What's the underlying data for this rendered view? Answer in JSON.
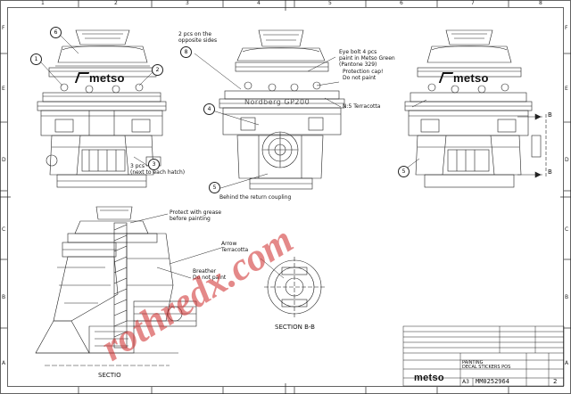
{
  "drawing": {
    "zones": {
      "columns": [
        "1",
        "2",
        "3",
        "4",
        "5",
        "6",
        "7",
        "8"
      ],
      "rows": [
        "F",
        "E",
        "D",
        "C",
        "B",
        "A"
      ]
    },
    "views": {
      "left_brand": "metso",
      "center_nameplate": "Nordberg GP200",
      "right_brand": "metso",
      "section_bb_label": "SECTION B-B",
      "section_label": "SECTIO",
      "section_marker": "B"
    },
    "callouts": {
      "c1": "1",
      "c2": "2",
      "c3": "3",
      "c4": "4",
      "c5": "5",
      "c5b": "5",
      "c6": "6",
      "c8": "8"
    },
    "notes": {
      "two_pcs_line1": "2 pcs on the",
      "two_pcs_line2": "opposite sides",
      "eye_bolt_line1": "Eye bolt 4 pcs",
      "eye_bolt_line2": "paint in Metso Green",
      "eye_bolt_line3": "(Pantone 329)",
      "protection_cap_line1": "Protection cap!",
      "protection_cap_line2": "Do not paint",
      "n5_terracotta": "N:5 Terracotta",
      "three_pcs_line1": "3 pcs",
      "three_pcs_line2": "(next to each hatch)",
      "behind_coupling": "Behind the return coupling",
      "grease_line1": "Protect with grease",
      "grease_line2": "before painting",
      "arrow_line1": "Arrow",
      "arrow_line2": "Terracotta",
      "breather_line1": "Breather",
      "breather_line2": "Do not paint"
    },
    "title_block": {
      "brand": "metso",
      "drawing_number": "MM0252964",
      "sheet": "2",
      "size": "A3",
      "title_line1": "PAINTING",
      "title_line2": "DECAL STICKERS POS"
    },
    "watermark": "rothredx.com"
  }
}
